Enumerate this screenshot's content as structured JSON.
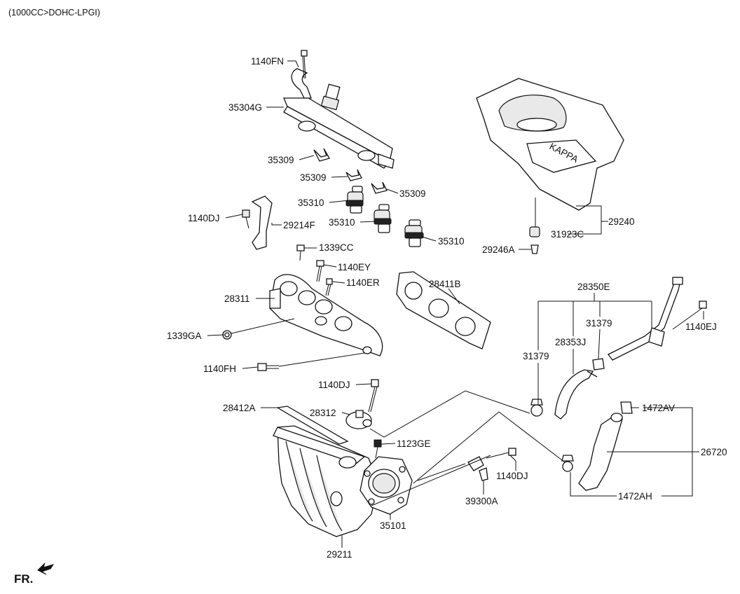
{
  "header": {
    "engine_spec": "(1000CC>DOHC-LPGI)"
  },
  "direction": {
    "label": "FR."
  },
  "labels": {
    "p1140FN": "1140FN",
    "p35304G": "35304G",
    "p35309a": "35309",
    "p35309b": "35309",
    "p35309c": "35309",
    "p35310a": "35310",
    "p35310b": "35310",
    "p35310c": "35310",
    "p1140DJ_a": "1140DJ",
    "p29214F": "29214F",
    "p1339CC": "1339CC",
    "p1140EY": "1140EY",
    "p1140ER": "1140ER",
    "p28311": "28311",
    "p28411B": "28411B",
    "p1339GA": "1339GA",
    "p1140FH": "1140FH",
    "p1140DJ_b": "1140DJ",
    "p28412A": "28412A",
    "p28312": "28312",
    "p1123GE": "1123GE",
    "p1140DJ_c": "1140DJ",
    "p39300A": "39300A",
    "p35101": "35101",
    "p29211": "29211",
    "p29240": "29240",
    "p31923C": "31923C",
    "p29246A": "29246A",
    "p28350E": "28350E",
    "p31379a": "31379",
    "p31379b": "31379",
    "p28353J": "28353J",
    "p1140EJ": "1140EJ",
    "p1472AV": "1472AV",
    "p26720": "26720",
    "p1472AH": "1472AH"
  },
  "cover_logo": "KAPPA",
  "colors": {
    "line": "#111111",
    "paper": "#ffffff",
    "shade": "#e9e9e9"
  }
}
